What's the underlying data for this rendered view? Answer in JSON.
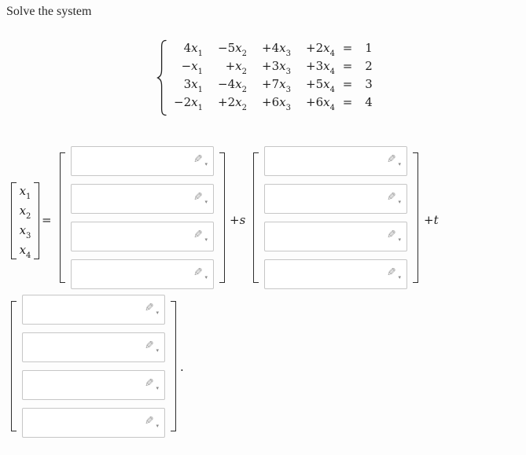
{
  "title": "Solve the system",
  "colors": {
    "background": "#fdfdfd",
    "text": "#1f1f1f",
    "box_border": "#c6c6c6",
    "bracket": "#2e2e2e",
    "icon": "#9b9b9b"
  },
  "system": {
    "rows": [
      {
        "terms": [
          {
            "c": "4",
            "v": "x",
            "s": "1"
          },
          {
            "c": "−5",
            "v": "x",
            "s": "2"
          },
          {
            "c": "+4",
            "v": "x",
            "s": "3"
          },
          {
            "c": "+2",
            "v": "x",
            "s": "4"
          }
        ],
        "rel": "=",
        "rhs": "1"
      },
      {
        "terms": [
          {
            "c": "−",
            "v": "x",
            "s": "1"
          },
          {
            "c": "+",
            "v": "x",
            "s": "2"
          },
          {
            "c": "+3",
            "v": "x",
            "s": "3"
          },
          {
            "c": "+3",
            "v": "x",
            "s": "4"
          }
        ],
        "rel": "=",
        "rhs": "2"
      },
      {
        "terms": [
          {
            "c": "3",
            "v": "x",
            "s": "1"
          },
          {
            "c": "−4",
            "v": "x",
            "s": "2"
          },
          {
            "c": "+7",
            "v": "x",
            "s": "3"
          },
          {
            "c": "+5",
            "v": "x",
            "s": "4"
          }
        ],
        "rel": "=",
        "rhs": "3"
      },
      {
        "terms": [
          {
            "c": "−2",
            "v": "x",
            "s": "1"
          },
          {
            "c": "+2",
            "v": "x",
            "s": "2"
          },
          {
            "c": "+6",
            "v": "x",
            "s": "3"
          },
          {
            "c": "+6",
            "v": "x",
            "s": "4"
          }
        ],
        "rel": "=",
        "rhs": "4"
      }
    ]
  },
  "solution": {
    "vector_entries": [
      {
        "v": "x",
        "s": "1"
      },
      {
        "v": "x",
        "s": "2"
      },
      {
        "v": "x",
        "s": "3"
      },
      {
        "v": "x",
        "s": "4"
      }
    ],
    "equals": "=",
    "plus_s": {
      "op": "+",
      "v": "s"
    },
    "plus_t": {
      "op": "+",
      "v": "t"
    },
    "period": ".",
    "groups": [
      {
        "name": "particular-solution-vector",
        "inputs": [
          "",
          "",
          "",
          ""
        ]
      },
      {
        "name": "s-direction-vector",
        "inputs": [
          "",
          "",
          "",
          ""
        ]
      },
      {
        "name": "t-direction-vector",
        "inputs": [
          "",
          "",
          "",
          ""
        ]
      }
    ]
  },
  "icons": {
    "pencil": "✎",
    "caret": "▾"
  }
}
